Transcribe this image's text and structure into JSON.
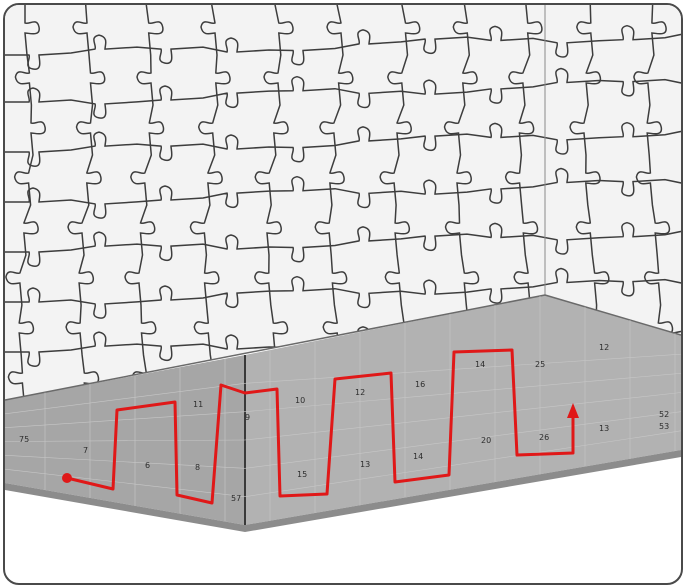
{
  "colors": {
    "wall": "#f3f3f3",
    "wall_lines": "#3d3d3d",
    "floor": "#a8a8a8",
    "floor_light": "#b9b9b9",
    "floor_front": "#d9d9d9",
    "path": "#e01818",
    "border": "#4a4a4a"
  },
  "icons": {
    "start_marker": "start-dot-icon",
    "end_marker": "arrowhead-icon"
  },
  "floor_numbers": [
    "75",
    "7",
    "6",
    "11",
    "57",
    "8",
    "9",
    "10",
    "15",
    "12",
    "13",
    "14",
    "16",
    "14",
    "20",
    "25",
    "26",
    "12",
    "13",
    "52",
    "53"
  ]
}
